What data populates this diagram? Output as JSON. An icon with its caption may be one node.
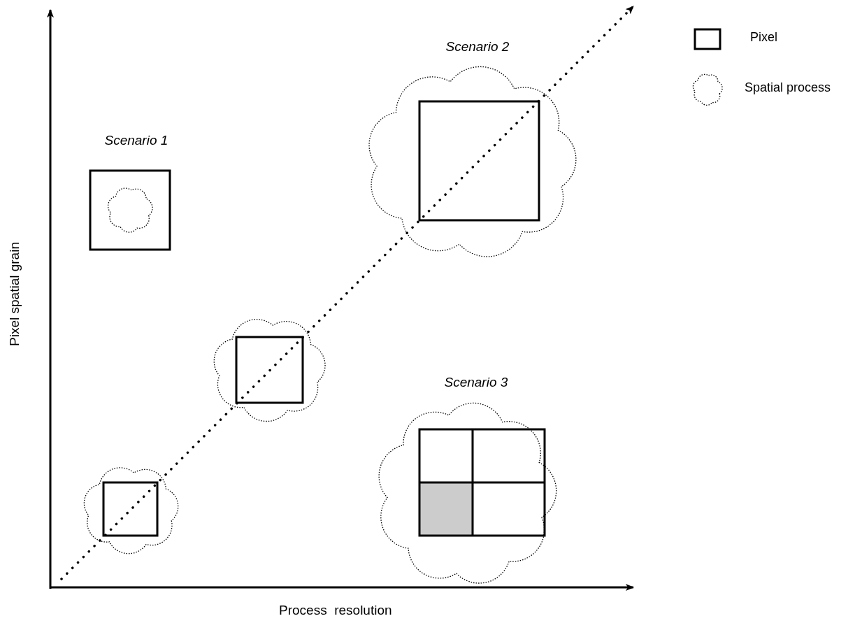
{
  "diagram": {
    "labels": [
      "Scenario 1",
      "Scenario 2",
      "Scenario 3",
      "Pixel spatial grain",
      "Process  resolution"
    ],
    "legend": [
      {
        "text": "Pixel"
      },
      {
        "text": "Spatial process"
      }
    ]
  }
}
